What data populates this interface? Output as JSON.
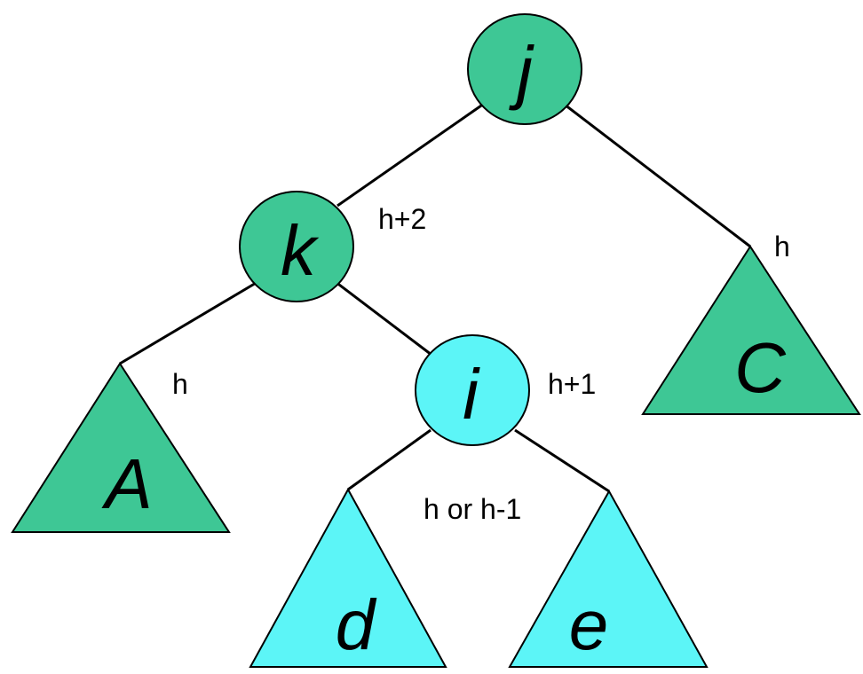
{
  "colors": {
    "green": "#3ec795",
    "cyan": "#5cf5f7",
    "edge": "#000000",
    "highlight": "#ff0000"
  },
  "nodes": {
    "j": {
      "label": "j"
    },
    "k": {
      "label": "k"
    },
    "i": {
      "label": "i"
    }
  },
  "subtrees": {
    "A": {
      "label": "A"
    },
    "C": {
      "label": "C"
    },
    "d": {
      "label": "d"
    },
    "e": {
      "label": "e"
    }
  },
  "heights": {
    "k": "h+2",
    "C": "h",
    "A": "h",
    "i": "h+1",
    "de": "h or h-1"
  }
}
